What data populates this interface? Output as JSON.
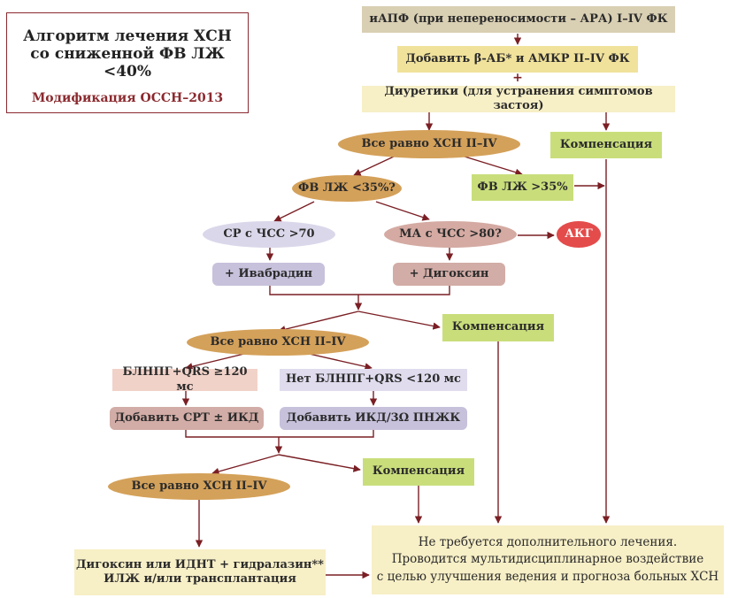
{
  "title": {
    "line1": "Алгоритм лечения ХСН",
    "line2": "со сниженной ФВ ЛЖ <40%",
    "subtitle": "Модификация ОССН–2013"
  },
  "nodes": {
    "iapf": "иАПФ (при непереносимости – АРА) I–IV ФК",
    "add_ba": "Добавить β-АБ* и АМКР II–IV ФК",
    "plus": "+",
    "diuretics": "Диуретики (для устранения симптомов застоя)",
    "still_hsn_1": "Все равно ХСН II–IV",
    "compensation_1": "Компенсация",
    "fv_question": "ФВ ЛЖ <35%?",
    "fv_over": "ФВ ЛЖ >35%",
    "sr_hr": "СР с ЧСС >70",
    "ma_hr": "МА с ЧСС >80?",
    "akg": "АКГ",
    "ivabradin": "+ Ивабрадин",
    "digoxin": "+ Дигоксин",
    "still_hsn_2": "Все равно ХСН II–IV",
    "compensation_2": "Компенсация",
    "blnpg_qrs": "БЛНПГ+QRS ≥120 мс",
    "no_blnpg": "Нет БЛНПГ+QRS <120 мс",
    "add_crt": "Добавить СРТ ± ИКД",
    "add_ikd": "Добавить ИКД/3Ω ПНЖК",
    "still_hsn_3": "Все равно ХСН II–IV",
    "compensation_3": "Компенсация",
    "final_options_line1": "Дигоксин или ИДНТ + гидралазин**",
    "final_options_line2": "ИЛЖ и/или трансплантация",
    "no_treatment_line1": "Не требуется дополнительного лечения.",
    "no_treatment_line2": "Проводится мультидисциплинарное воздействие",
    "no_treatment_line3": "с целью улучшения ведения и прогноза больных ХСН"
  },
  "colors": {
    "arrow": "#7a1f24",
    "title_border": "#8b2a2f"
  }
}
